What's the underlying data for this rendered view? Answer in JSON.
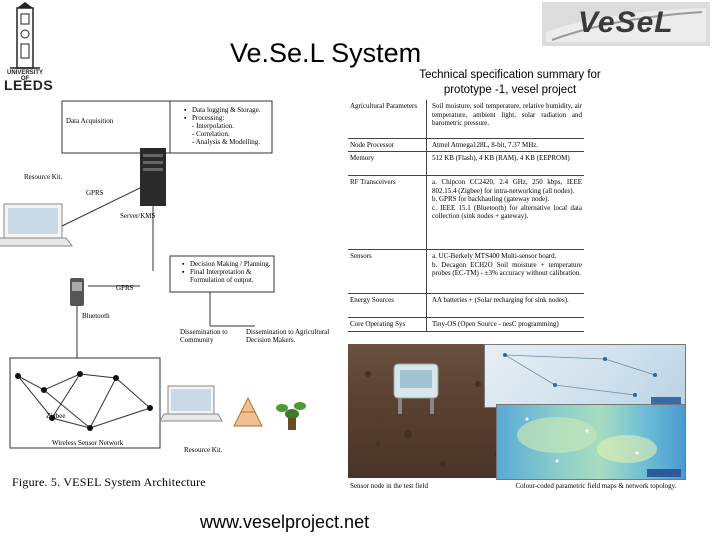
{
  "header": {
    "title": "Ve.Se.L System",
    "subtitle_line1": "Technical specification summary for",
    "subtitle_line2": "prototype -1, vesel project",
    "university_label": "UNIVERSITY OF",
    "university_name": "LEEDS",
    "logo_text": "VeSeL"
  },
  "spec_table": [
    {
      "param": "Agricultural Parameters",
      "value": "Soil moisture, soil temperature, relative humidity, air temperature, ambient light, solar radiation and barometric pressure."
    },
    {
      "param": "Node Processor",
      "value": "Atmel Atmega128L, 8-bit, 7.37 MHz."
    },
    {
      "param": "Memory",
      "value": "512 KB (Flash), 4 KB (RAM), 4 KB (EEPROM)"
    },
    {
      "param": "RF Transceivers",
      "value": "a. Chipcon CC2420, 2.4 GHz, 250 kbps, IEEE 802.15.4 (Zigbee) for intra-networking (all nodes).\nb. GPRS for backhauling (gateway node).\nc. IEEE 15.1 (Bluetooth) for alternative local data collection (sink nodes + gateway)."
    },
    {
      "param": "Sensors",
      "value": "a. UC-Berkely MTS400 Multi-sensor board.\nb. Decagon ECH2O Soil moisture + temperature probes (EC-TM) - ±3% accuracy without calibration."
    },
    {
      "param": "Energy Sources",
      "value": "AA batteries + (Solar recharging for sink nodes)."
    },
    {
      "param": "Core Operating Sys",
      "value": "Tiny-OS (Open Source - nesC programming)"
    }
  ],
  "architecture": {
    "data_acquisition": "Data Acquisition",
    "processing_items": [
      "Data logging & Storage.",
      "Processing:",
      "- Interpolation.",
      "- Correlation.",
      "- Analysis & Modelling."
    ],
    "resource_kit_1": "Resource Kit.",
    "gprs_1": "GPRS",
    "server": "Server/KMS",
    "decision_items": [
      "Decision Making / Planning.",
      "Final Interpretation & Formulation of output."
    ],
    "gprs_2": "GPRS",
    "bluetooth": "Bluetooth",
    "dissemination_community": "Dissemination to Community",
    "dissemination_agri": "Dissemination to Agricultural Decision Makers.",
    "zigbee": "Zigbee",
    "wsn": "Wireless Sensor Network",
    "resource_kit_2": "Resource Kit.",
    "figure_caption": "Figure. 5. VESEL System Architecture"
  },
  "photos": {
    "sensor_caption": "Sensor node in the test field",
    "maps_caption": "Colour-coded parametric field maps & network topology."
  },
  "footer": {
    "url": "www.veselproject.net"
  },
  "colors": {
    "sky": "#cfe3ee",
    "soil": "#5a4030",
    "map_blue": "#5aaad8",
    "map_teal": "#8fd0c8"
  }
}
